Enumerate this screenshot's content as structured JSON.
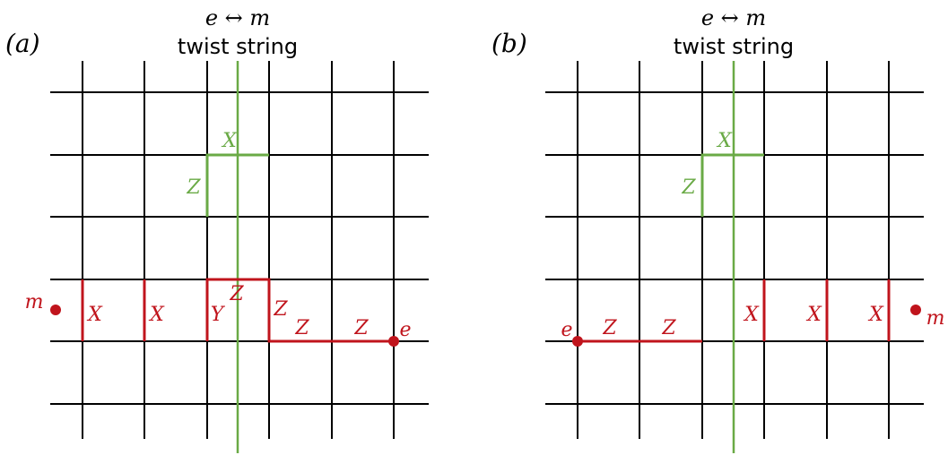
{
  "colors": {
    "grid": "#000000",
    "twist": "#6aaa46",
    "path": "#c0141c"
  },
  "panel_a": {
    "label": "(a)",
    "title_map": "e ↔ m",
    "title_text": "twist string",
    "green_x": "X",
    "green_z": "Z",
    "m": "m",
    "e": "e",
    "ops": {
      "x1": "X",
      "x2": "X",
      "y": "Y",
      "z_top": "Z",
      "z_right": "Z",
      "z_bot1": "Z",
      "z_bot2": "Z"
    }
  },
  "panel_b": {
    "label": "(b)",
    "title_map": "e ↔ m",
    "title_text": "twist string",
    "green_x": "X",
    "green_z": "Z",
    "m": "m",
    "e": "e",
    "ops": {
      "z1": "Z",
      "z2": "Z",
      "x1": "X",
      "x2": "X",
      "x3": "X"
    }
  }
}
